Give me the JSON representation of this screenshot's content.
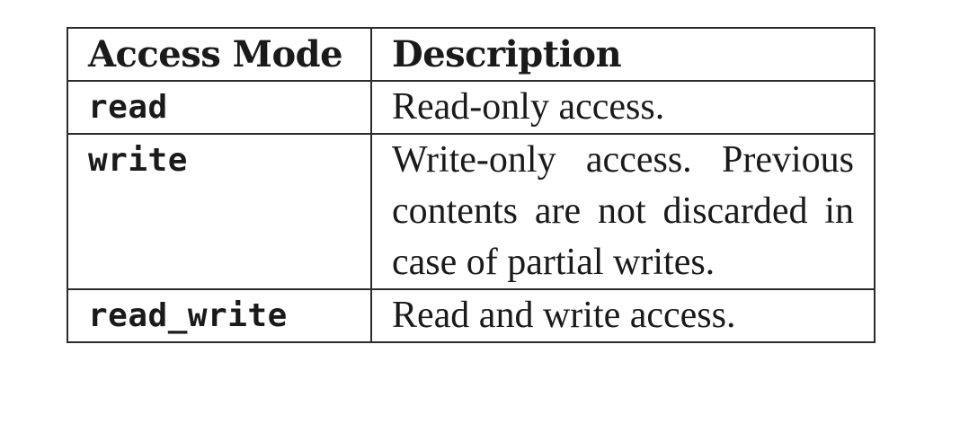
{
  "table": {
    "headers": [
      "Access Mode",
      "Description"
    ],
    "rows": [
      {
        "mode": "read",
        "description": "Read-only access."
      },
      {
        "mode": "write",
        "description": "Write-only access. Previous contents are not discarded in case of partial writes."
      },
      {
        "mode": "read_write",
        "description": "Read and write access."
      }
    ]
  }
}
